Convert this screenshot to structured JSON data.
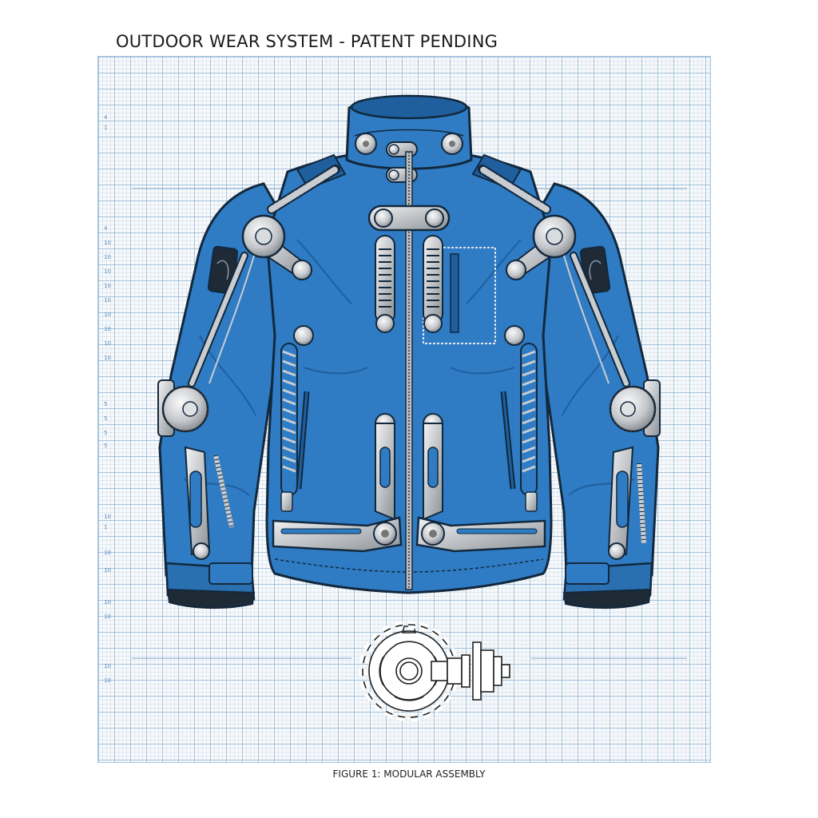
{
  "document": {
    "title": "OUTDOOR WEAR SYSTEM - PATENT PENDING",
    "caption": "FIGURE 1: MODULAR ASSEMBLY"
  },
  "figure": {
    "subject": "modular jacket with mechanical exoskeleton",
    "jacket_color": "#2f7cc4",
    "jacket_shadow": "#1f5f9e",
    "outline_color": "#12283d",
    "metal_color": "#c9ccd0",
    "grid_line_color": "#8fb3d4",
    "components": [
      "stand-up-collar",
      "collar-clasp-upper",
      "collar-clasp-lower",
      "center-zipper",
      "chest-bridge-bracket",
      "chest-pocket",
      "shoulder-pulley-left",
      "shoulder-pulley-right",
      "shoulder-spring-left",
      "shoulder-spring-right",
      "front-spring-strut-left",
      "front-spring-strut-right",
      "elbow-joint-left",
      "elbow-joint-right",
      "forearm-strut-left",
      "forearm-strut-right",
      "sleeve-patch-left",
      "sleeve-patch-right",
      "hand-pocket-left",
      "hand-pocket-right",
      "hem-bracket-left",
      "hem-bracket-right",
      "cuff-left",
      "cuff-right"
    ],
    "detail_view": "gear-and-shaft-assembly"
  },
  "ruler": {
    "ticks": [
      "4",
      "1",
      "4",
      "10",
      "10",
      "10",
      "10",
      "10",
      "10",
      "10",
      "10",
      "10",
      "5",
      "5",
      "5",
      "5",
      "10",
      "1",
      "10",
      "10",
      "10",
      "10",
      "10",
      "10"
    ]
  }
}
